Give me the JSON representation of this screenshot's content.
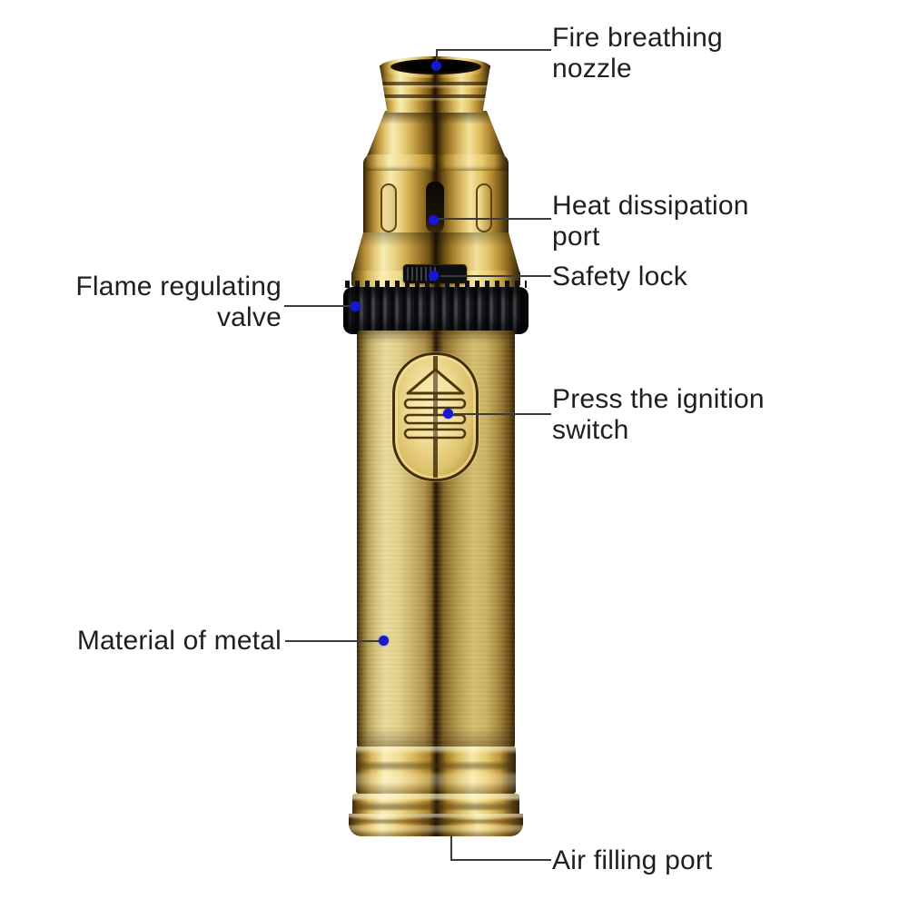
{
  "callouts": {
    "fire_nozzle": {
      "lines": [
        "Fire breathing",
        "nozzle"
      ]
    },
    "heat_port": {
      "lines": [
        "Heat dissipation",
        "port"
      ]
    },
    "safety_lock": {
      "lines": [
        "Safety lock"
      ]
    },
    "flame_valve": {
      "lines": [
        "Flame regulating",
        "valve"
      ]
    },
    "ignition_switch": {
      "lines": [
        "Press the ignition",
        "switch"
      ]
    },
    "material": {
      "lines": [
        "Material of metal"
      ]
    },
    "air_port": {
      "lines": [
        "Air filling port"
      ]
    }
  },
  "colors": {
    "background": "#ffffff",
    "label_text": "#1f1f1f",
    "leader_line": "#3b3b3b",
    "callout_dot": "#1717cf",
    "gold_highlight": "#f7ecb4",
    "gold_mid": "#cda64a",
    "gold_shadow": "#33250c",
    "black_accent": "#121214"
  },
  "icons": {
    "callout_dot": "filled-circle",
    "ignition_arrow": "arrow-up-outline"
  }
}
